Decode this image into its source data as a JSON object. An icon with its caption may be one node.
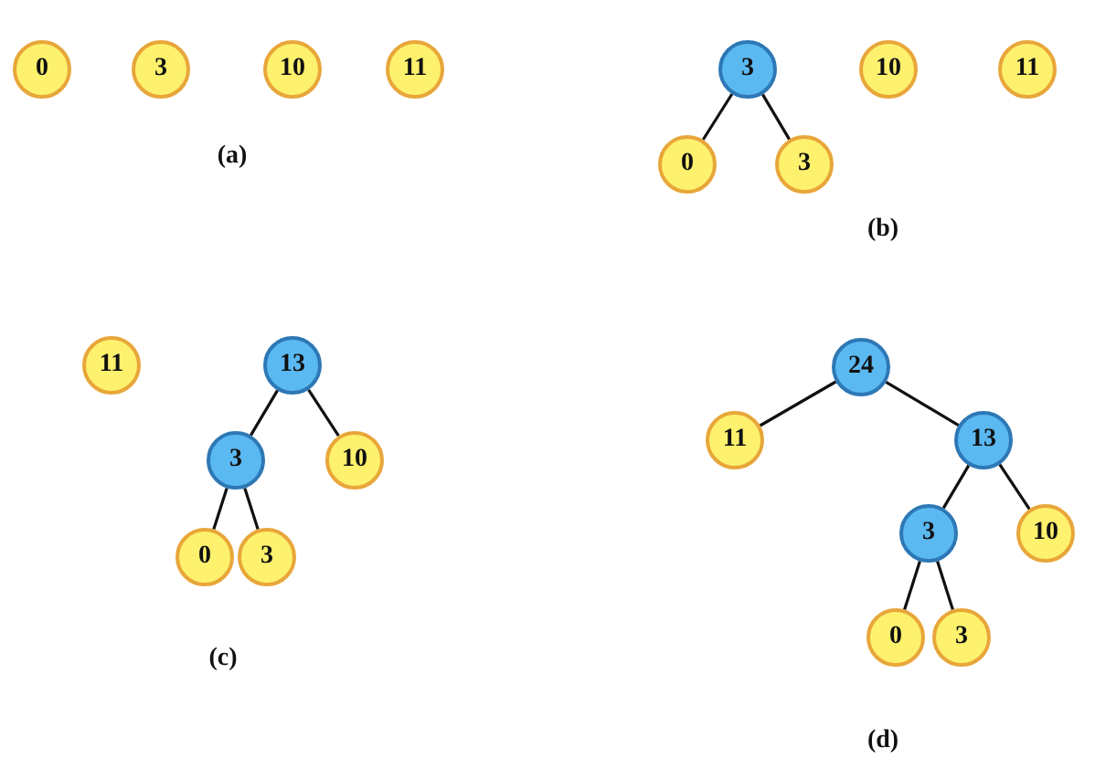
{
  "diagram": {
    "nodes": [
      {
        "text": [
          "0"
        ]
      },
      {
        "text": [
          "3"
        ]
      },
      {
        "text": [
          "10"
        ]
      },
      {
        "text": [
          "11"
        ]
      },
      {
        "text": [
          "3"
        ]
      },
      {
        "text": [
          "10"
        ]
      },
      {
        "text": [
          "11"
        ]
      },
      {
        "text": [
          "0"
        ]
      },
      {
        "text": [
          "3"
        ]
      },
      {
        "text": [
          "11"
        ]
      },
      {
        "text": [
          "13"
        ]
      },
      {
        "text": [
          "3"
        ]
      },
      {
        "text": [
          "10"
        ]
      },
      {
        "text": [
          "0"
        ]
      },
      {
        "text": [
          "3"
        ]
      },
      {
        "text": [
          "24"
        ]
      },
      {
        "text": [
          "11"
        ]
      },
      {
        "text": [
          "13"
        ]
      },
      {
        "text": [
          "3"
        ]
      },
      {
        "text": [
          "10"
        ]
      },
      {
        "text": [
          "0"
        ]
      },
      {
        "text": [
          "3"
        ]
      }
    ],
    "edges": [
      {
        "from": 4,
        "to": 7,
        "arrow": "none"
      },
      {
        "from": 4,
        "to": 8,
        "arrow": "none"
      },
      {
        "from": 10,
        "to": 11,
        "arrow": "none"
      },
      {
        "from": 10,
        "to": 12,
        "arrow": "none"
      },
      {
        "from": 11,
        "to": 13,
        "arrow": "none"
      },
      {
        "from": 11,
        "to": 14,
        "arrow": "none"
      },
      {
        "from": 15,
        "to": 16,
        "arrow": "none"
      },
      {
        "from": 15,
        "to": 17,
        "arrow": "none"
      },
      {
        "from": 17,
        "to": 18,
        "arrow": "none"
      },
      {
        "from": 17,
        "to": 19,
        "arrow": "none"
      },
      {
        "from": 18,
        "to": 20,
        "arrow": "none"
      },
      {
        "from": 18,
        "to": 21,
        "arrow": "none"
      }
    ],
    "labels": [
      "(a)",
      "(b)",
      "(c)",
      "(d)"
    ]
  }
}
